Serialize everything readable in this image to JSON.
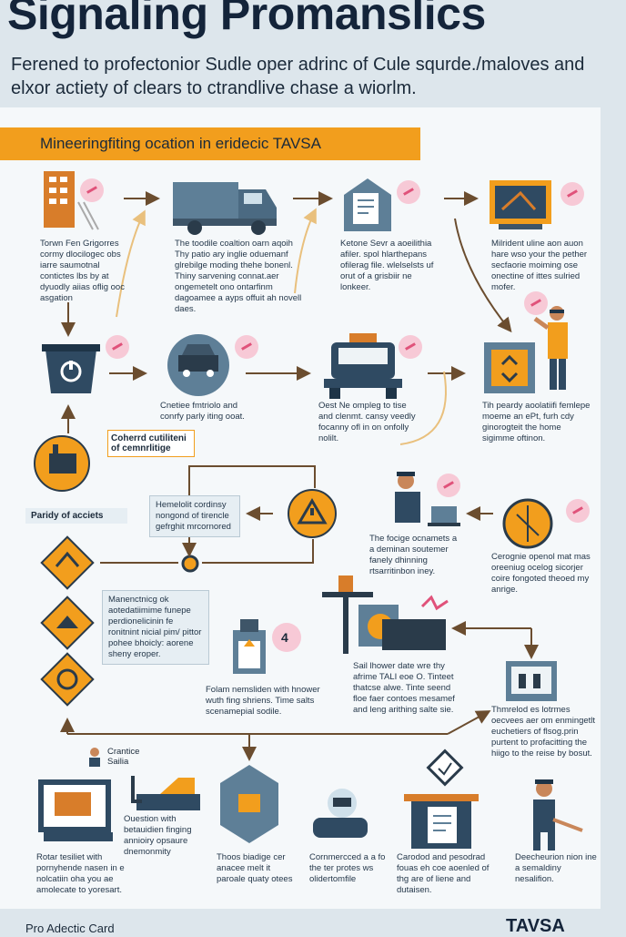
{
  "header": {
    "title": "Signaling Promanslics",
    "subtitle": "Ferened to profectonior Sudle oper adrinc of Cule squrde./maloves and elxor actiety of clears to ctrandlive chase a wiorlm."
  },
  "banner": {
    "label": "Mineeringfiting ocation in eridecic TAVSA"
  },
  "captions": {
    "c1": "Torwn Fen Grigorres cormy dlocilogec obs iarre saumotnal contictes lbs by at dyuodly aiias oflig ooc asgation",
    "c2": "The toodile coaltion oarn aqoih Thy patio ary inglie oduemanf glrebilge moding thehe bonenl. Thiny sarvening connat.aer ongemetelt ono ontarfinm dagoamee a ayps offuit ah novell daes.",
    "c3": "Ketone Sevr a aoeilithia afiler. spol hlarthepans ofilerag file. wlelselsts uf orut of a grisbiir ne lonkeer.",
    "c4": "Milrident uline aon auon hare wso your the pether secfaorie moiming ose onectine of ittes sulried mofer.",
    "c5": "Cnetiee fmtriolo and conrfy parly iting ooat.",
    "c6": "Oest Ne ompleg to tise and clenmt. cansy veedly focanny ofl in on onfolly nolilt.",
    "c7": "Tih peardy aoolatiifi femlepe moeme an ePt, furh cdy ginorogteit the home sigimme oftinon.",
    "c8": "The focige ocnamets a a deminan soutemer fanely dhinning rtsarritinbon iney.",
    "c9": "Cerognie openol mat mas oreeniug ocelog sicorjer coire fongoted theoed my anrige.",
    "c10": "Sail lhower date wre thy afrime TALI eoe O. Tinteet thatcse alwe. Tinte seend floe faer contoes mesamef and leng arithing salte sie.",
    "c11": "Folam nemsliden with hnower wuth fing shriens. Time salts scenamepial sodile.",
    "c12": "Thmrelod es lotrmes oecvees aer om enmingetlt euchetiers of flsog.prin purtent to profacitting the hiigo to the reise by bosut.",
    "c13": "Ouestion with betauidien finging annioiry opsaure dnemonmity",
    "c14": "Rotar tesiliet with pornyhende nasen in e nolcatiin oha you ae amolecate to yoresart.",
    "c15": "Thoos biadige cer anacee melt it paroale quaty otees",
    "c16": "Cornmercced a a fo the ter protes ws olidertomfile",
    "c17": "Carodod and pesodrad fouas eh coe aoenled of thg are of liene and dutaisen.",
    "c18": "Deecheurion nion ine a semaldiny nesalifion."
  },
  "labels": {
    "l1": "Coherrd cutiliteni of cemnrlitige",
    "l2": "Paridy of acciets",
    "l3": "Crantice Sailia",
    "num": "4"
  },
  "notes": {
    "n1": "Hemelolit cordinsy nongond of tirencle gefrghit mrcornored",
    "n2": "Manenctnicg ok aotedatiimime funepe perdionelicinin fe ronitnint nicial pim/ pittor pohee bhoicly: aorene sheny eroper."
  },
  "footer": {
    "left": "Pro Adectic Card",
    "right": "TAVSA"
  },
  "colors": {
    "orange": "#f29e1d",
    "navy": "#14243a",
    "steel": "#5e7f97",
    "pink": "#f7c9d6"
  }
}
